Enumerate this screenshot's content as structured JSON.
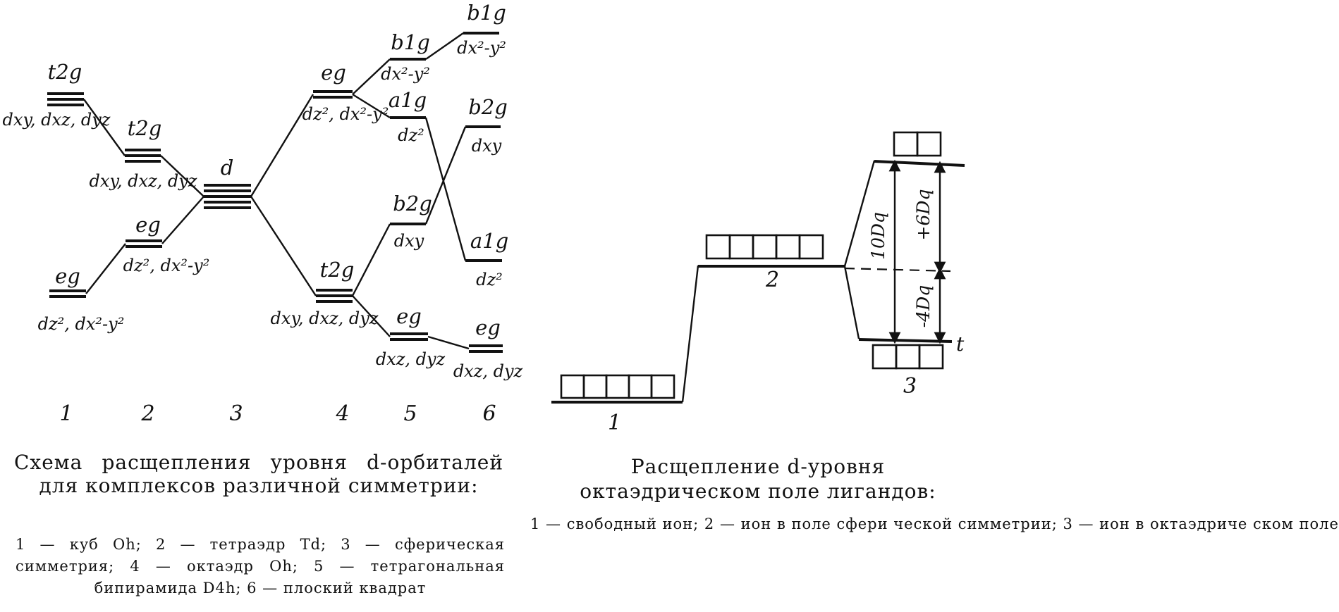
{
  "left_diagram": {
    "columns": [
      {
        "number": "1",
        "levels": [
          {
            "symmetry": "t2g",
            "orbitals": "dxy, dxz, dyz"
          },
          {
            "symmetry": "eg",
            "orbitals": "dz², dx²-y²"
          }
        ]
      },
      {
        "number": "2",
        "levels": [
          {
            "symmetry": "t2g",
            "orbitals": "dxy, dxz, dyz"
          },
          {
            "symmetry": "eg",
            "orbitals": "dz², dx²-y²"
          }
        ]
      },
      {
        "number": "3",
        "levels": [
          {
            "symmetry": "d",
            "orbitals": ""
          }
        ]
      },
      {
        "number": "4",
        "levels": [
          {
            "symmetry": "eg",
            "orbitals": "dz², dx²-y²"
          },
          {
            "symmetry": "t2g",
            "orbitals": "dxy, dxz, dyz"
          }
        ]
      },
      {
        "number": "5",
        "levels": [
          {
            "symmetry": "b1g",
            "orbitals": "dx²-y²"
          },
          {
            "symmetry": "a1g",
            "orbitals": "dz²"
          },
          {
            "symmetry": "b2g",
            "orbitals": "dxy"
          },
          {
            "symmetry": "eg",
            "orbitals": "dxz, dyz"
          }
        ]
      },
      {
        "number": "6",
        "levels": [
          {
            "symmetry": "b1g",
            "orbitals": "dx²-y²"
          },
          {
            "symmetry": "b2g",
            "orbitals": "dxy"
          },
          {
            "symmetry": "a1g",
            "orbitals": "dz²"
          },
          {
            "symmetry": "eg",
            "orbitals": "dxz, dyz"
          }
        ]
      }
    ],
    "caption_title": "Схема расщепления уровня d-орбиталей для комплексов различной симметрии:",
    "caption_legend": "1 — куб Oh; 2 — тетраэдр Td; 3 — сферическая симметрия; 4 — октаэдр Oh; 5 — тетрагональная бипирамида D4h; 6 — плоский квадрат"
  },
  "right_diagram": {
    "labels": {
      "free_ion": "1",
      "spherical": "2",
      "octahedral": "3"
    },
    "splitting": {
      "total": "10Dq",
      "upper_shift": "+6Dq",
      "lower_shift": "-4Dq"
    },
    "boxes": {
      "free_ion": 5,
      "spherical": 5,
      "upper": 2,
      "lower": 3
    },
    "caption_title": "Расщепление d-уровня октаэдрическом поле лигандов:",
    "caption_legend": "1 — свободный ион; 2 — ион в поле сфери ческой симметрии; 3 — ион в октаэдриче ском поле"
  }
}
